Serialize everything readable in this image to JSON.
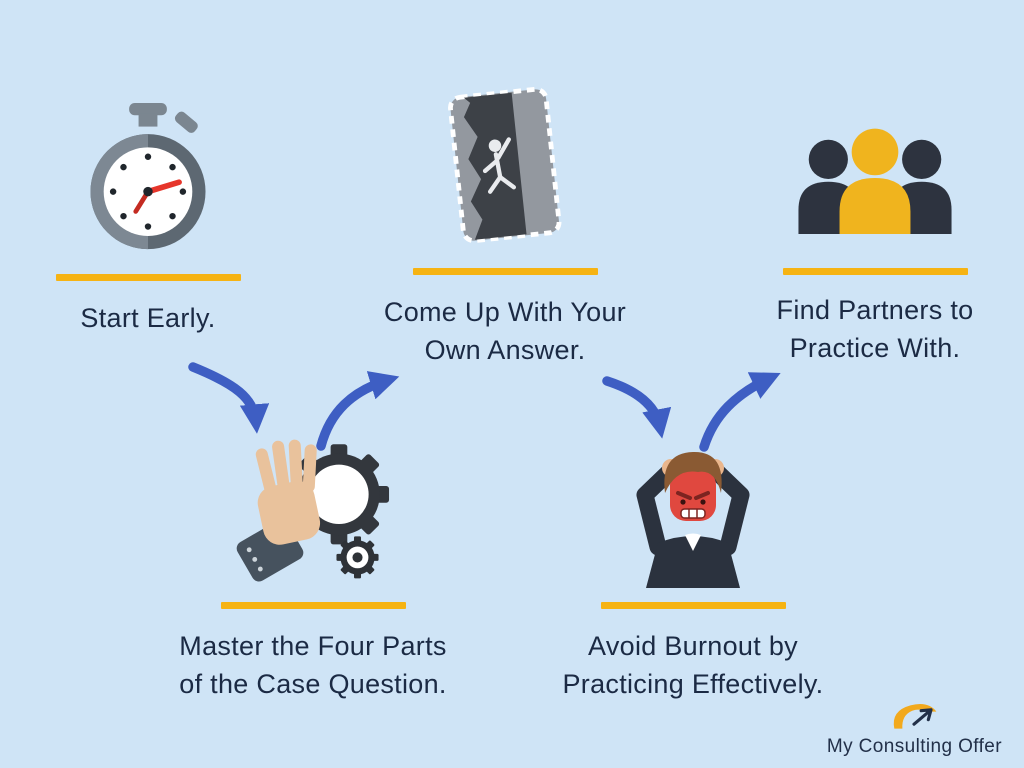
{
  "page": {
    "background_color": "#cfe4f6",
    "text_color": "#1b2a44",
    "accent_yellow": "#f6b313",
    "arrow_blue": "#3e5ec3"
  },
  "steps": [
    {
      "name": "start-early",
      "icon": "stopwatch-icon",
      "label_line1": "Start Early.",
      "label_line2": ""
    },
    {
      "name": "master-four-parts",
      "icon": "hand-gears-icon",
      "label_line1": "Master the Four Parts",
      "label_line2": "of the Case Question."
    },
    {
      "name": "own-answer",
      "icon": "rock-climbing-icon",
      "label_line1": "Come Up With Your",
      "label_line2": "Own Answer."
    },
    {
      "name": "avoid-burnout",
      "icon": "frustrated-man-icon",
      "label_line1": "Avoid Burnout by",
      "label_line2": "Practicing Effectively."
    },
    {
      "name": "find-partners",
      "icon": "people-group-icon",
      "label_line1": "Find Partners to",
      "label_line2": "Practice With."
    }
  ],
  "flow": [
    {
      "from": "start-early",
      "to": "master-four-parts"
    },
    {
      "from": "master-four-parts",
      "to": "own-answer"
    },
    {
      "from": "own-answer",
      "to": "avoid-burnout"
    },
    {
      "from": "avoid-burnout",
      "to": "find-partners"
    }
  ],
  "logo": {
    "text": "My Consulting Offer"
  }
}
